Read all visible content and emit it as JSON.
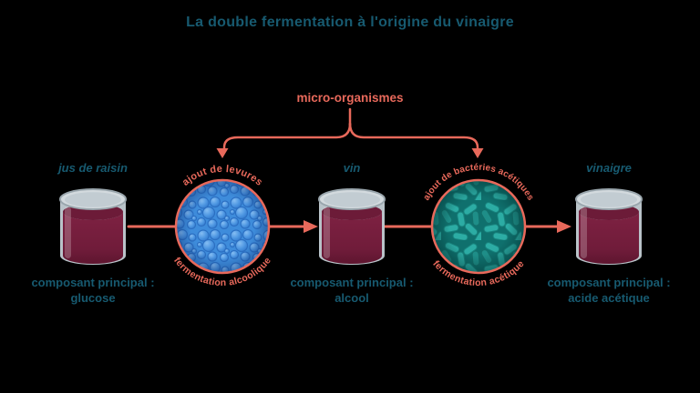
{
  "title": "La double fermentation à l'origine du vinaigre",
  "micro_organismes": {
    "label": "micro-organismes"
  },
  "stages": [
    {
      "name": "jus de raisin",
      "component_label": "composant principal :",
      "component_value": "glucose"
    },
    {
      "name": "vin",
      "component_label": "composant principal :",
      "component_value": "alcool"
    },
    {
      "name": "vinaigre",
      "component_label": "composant principal :",
      "component_value": "acide acétique"
    }
  ],
  "fermentations": [
    {
      "addition": "ajout de levures",
      "process": "fermentation alcoolique",
      "organism": "levures"
    },
    {
      "addition": "ajout de bactéries acétiques",
      "process": "fermentation acétique",
      "organism": "bactéries acétiques"
    }
  ],
  "colors": {
    "background": "#000000",
    "accent_coral": "#E8695B",
    "text_teal": "#175A70",
    "wine": "#7E2142",
    "yeast_blue": "#3E8CDB",
    "bacteria_base": "#0F706D",
    "bacteria_rod": "#2CACA4",
    "glass": "#B9C3C9"
  }
}
